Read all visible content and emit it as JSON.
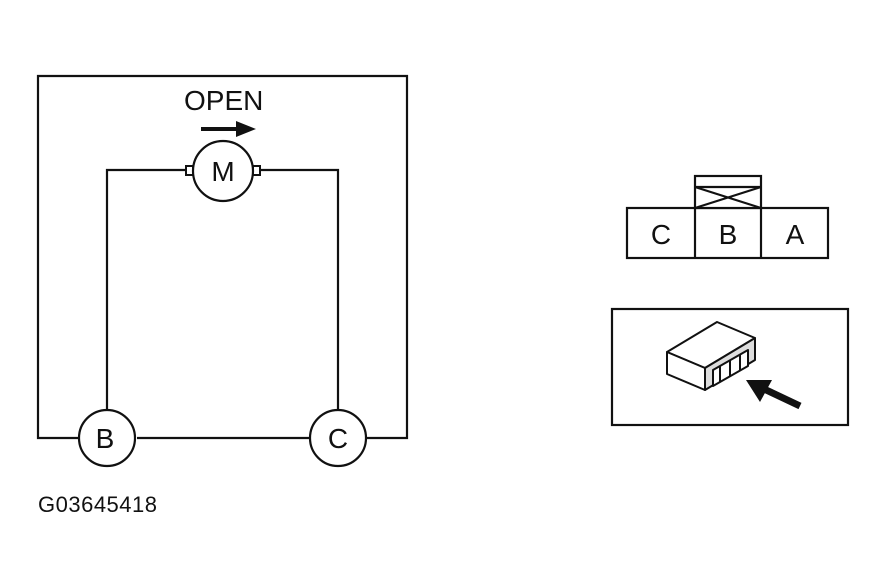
{
  "circuit": {
    "direction_label": "OPEN",
    "motor_label": "M",
    "terminal_left": "B",
    "terminal_right": "C"
  },
  "connector": {
    "pins": [
      "C",
      "B",
      "A"
    ]
  },
  "figure_code": "G03645418",
  "colors": {
    "line": "#111111",
    "background": "#ffffff"
  }
}
